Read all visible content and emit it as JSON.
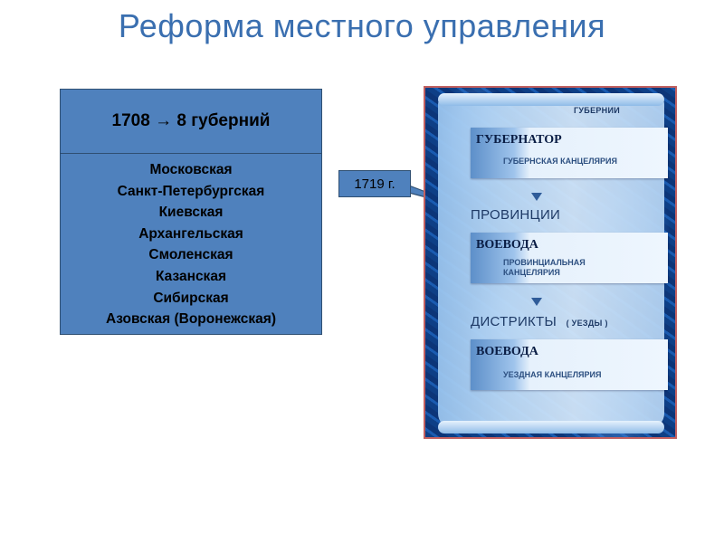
{
  "title": "Реформа местного управления",
  "guberniyas": {
    "header": "1708 → 8 губерний",
    "items": [
      "Московская",
      "Санкт-Петербургская",
      "Киевская",
      "Архангельская",
      "Смоленская",
      "Казанская",
      "Сибирская",
      "Азовская (Воронежская)"
    ]
  },
  "callout": {
    "label": "1719 г."
  },
  "scheme": {
    "level1": {
      "title": "ГУБЕРНИИ",
      "head": "ГУБЕРНАТОР",
      "office": "ГУБЕРНСКАЯ КАНЦЕЛЯРИЯ"
    },
    "level2": {
      "title": "ПРОВИНЦИИ",
      "head": "ВОЕВОДА",
      "office_line1": "ПРОВИНЦИАЛЬНАЯ",
      "office_line2": "КАНЦЕЛЯРИЯ"
    },
    "level3": {
      "title": "ДИСТРИКТЫ",
      "subtitle": "( УЕЗДЫ )",
      "head": "ВОЕВОДА",
      "office": "УЕЗДНАЯ КАНЦЕЛЯРИЯ"
    }
  }
}
